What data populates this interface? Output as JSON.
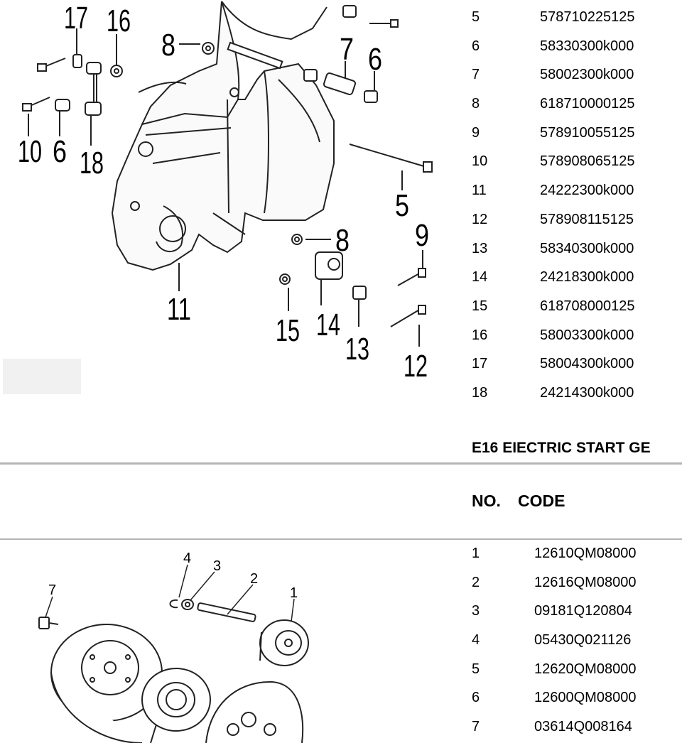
{
  "top_diagram": {
    "callouts": [
      "17",
      "16",
      "8",
      "7",
      "6",
      "10",
      "6",
      "18",
      "5",
      "9",
      "8",
      "11",
      "15",
      "14",
      "13",
      "12"
    ]
  },
  "top_parts": [
    {
      "no": "5",
      "code": "578710225125"
    },
    {
      "no": "6",
      "code": "58330300k000"
    },
    {
      "no": "7",
      "code": "58002300k000"
    },
    {
      "no": "8",
      "code": "618710000125"
    },
    {
      "no": "9",
      "code": "578910055125"
    },
    {
      "no": "10",
      "code": "578908065125"
    },
    {
      "no": "11",
      "code": "24222300k000"
    },
    {
      "no": "12",
      "code": "578908115125"
    },
    {
      "no": "13",
      "code": "58340300k000"
    },
    {
      "no": "14",
      "code": "24218300k000"
    },
    {
      "no": "15",
      "code": "618708000125"
    },
    {
      "no": "16",
      "code": "58003300k000"
    },
    {
      "no": "17",
      "code": "58004300k000"
    },
    {
      "no": "18",
      "code": "24214300k000"
    }
  ],
  "section_title": "E16 EIECTRIC START GE",
  "table_header": {
    "no": "NO.",
    "code": "CODE"
  },
  "bottom_diagram": {
    "callouts": [
      "4",
      "3",
      "2",
      "7",
      "1"
    ]
  },
  "bottom_parts": [
    {
      "no": "1",
      "code": "12610QM08000"
    },
    {
      "no": "2",
      "code": "12616QM08000"
    },
    {
      "no": "3",
      "code": "09181Q120804"
    },
    {
      "no": "4",
      "code": "05430Q021126"
    },
    {
      "no": "5",
      "code": "12620QM08000"
    },
    {
      "no": "6",
      "code": "12600QM08000"
    },
    {
      "no": "7",
      "code": "03614Q008164"
    }
  ]
}
